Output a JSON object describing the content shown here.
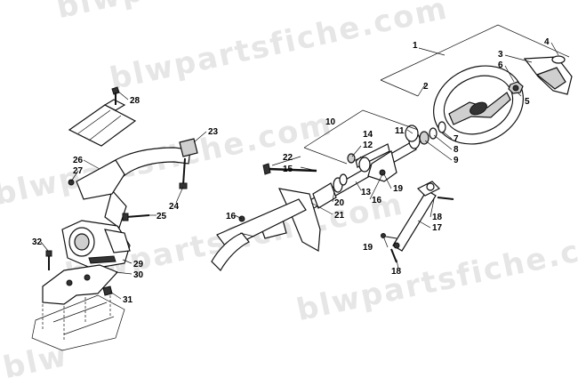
{
  "watermark": {
    "text": "blwpartsfiche.com",
    "partial_top": "blwpar",
    "partial_bottom": "blw"
  },
  "callouts": [
    "1",
    "2",
    "3",
    "4",
    "5",
    "6",
    "7",
    "8",
    "9",
    "10",
    "11",
    "12",
    "13",
    "14",
    "15",
    "16",
    "16",
    "17",
    "18",
    "18",
    "19",
    "19",
    "20",
    "21",
    "22",
    "23",
    "24",
    "25",
    "26",
    "27",
    "28",
    "29",
    "30",
    "31",
    "32"
  ],
  "colors": {
    "ink": "#111111",
    "watermark": "#e6e6e6",
    "shade": "#cfcfcf"
  }
}
